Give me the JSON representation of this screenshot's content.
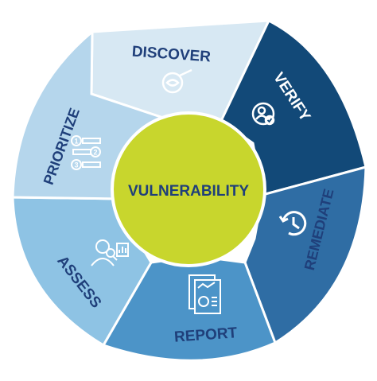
{
  "center": {
    "label": "VULNERABILITY",
    "fill": "#c8d62d",
    "text_color": "#1f3f7a"
  },
  "stages": [
    {
      "id": "discover",
      "label": "DISCOVER",
      "icon": "magnifier-eye-icon",
      "fill": "#d7e8f3",
      "text_color": "#1f3f7a"
    },
    {
      "id": "verify",
      "label": "VERIFY",
      "icon": "user-check-icon",
      "fill": "#124978",
      "text_color": "#ffffff"
    },
    {
      "id": "remediate",
      "label": "REMEDIATE",
      "icon": "clock-icon",
      "fill": "#2f6da4",
      "text_color": "#1f3f7a"
    },
    {
      "id": "report",
      "label": "REPORT",
      "icon": "report-chart-icon",
      "fill": "#4c94c8",
      "text_color": "#1f3f7a"
    },
    {
      "id": "assess",
      "label": "ASSESS",
      "icon": "analyst-icon",
      "fill": "#8ec3e4",
      "text_color": "#1f3f7a"
    },
    {
      "id": "prioritize",
      "label": "PRIORITIZE",
      "icon": "ranked-list-icon",
      "fill": "#b5d6ec",
      "text_color": "#1f3f7a"
    }
  ],
  "priority_numbers": [
    "1",
    "2",
    "3"
  ]
}
